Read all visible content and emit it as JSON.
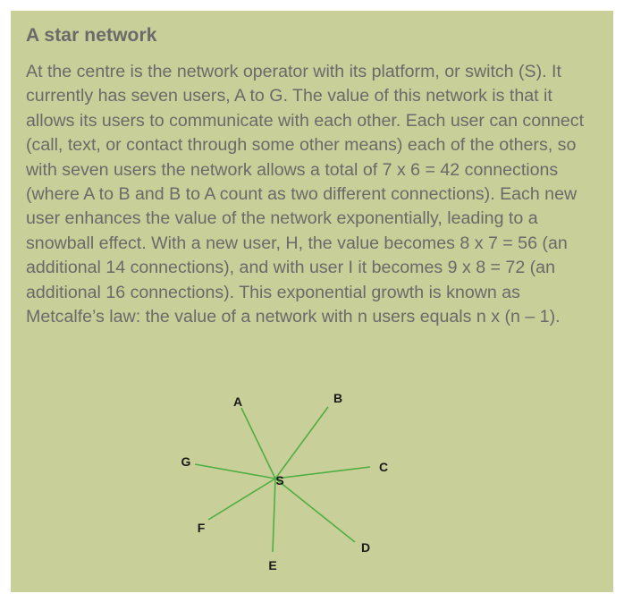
{
  "box": {
    "title": "A star network",
    "paragraph": "At the centre is the network operator with its platform, or switch (S). It currently has seven users, A to G. The value of this network is that it allows its users to communicate with each other. Each user can connect (call, text, or contact through some other means) each of the others, so with seven users the network allows a total of 7 x 6 = 42 connections (where A to B and B to A count as two different connections). Each new user enhances the value of the network exponentially, leading to a snowball effect. With a new user, H, the value becomes 8 x 7 = 56 (an additional 14 connections), and with user I it becomes 9 x 8 = 72 (an additional 16 connections). This exponential growth is known as Metcalfe’s law: the value of a network with n users equals n x (n – 1)."
  },
  "diagram": {
    "hub": "S",
    "users": [
      "A",
      "B",
      "C",
      "D",
      "E",
      "F",
      "G"
    ],
    "edge_color": "#4fae42"
  },
  "colors": {
    "panel_background": "#c9cf98",
    "text": "#6a6a6a",
    "node_label": "#1a1a1a"
  }
}
